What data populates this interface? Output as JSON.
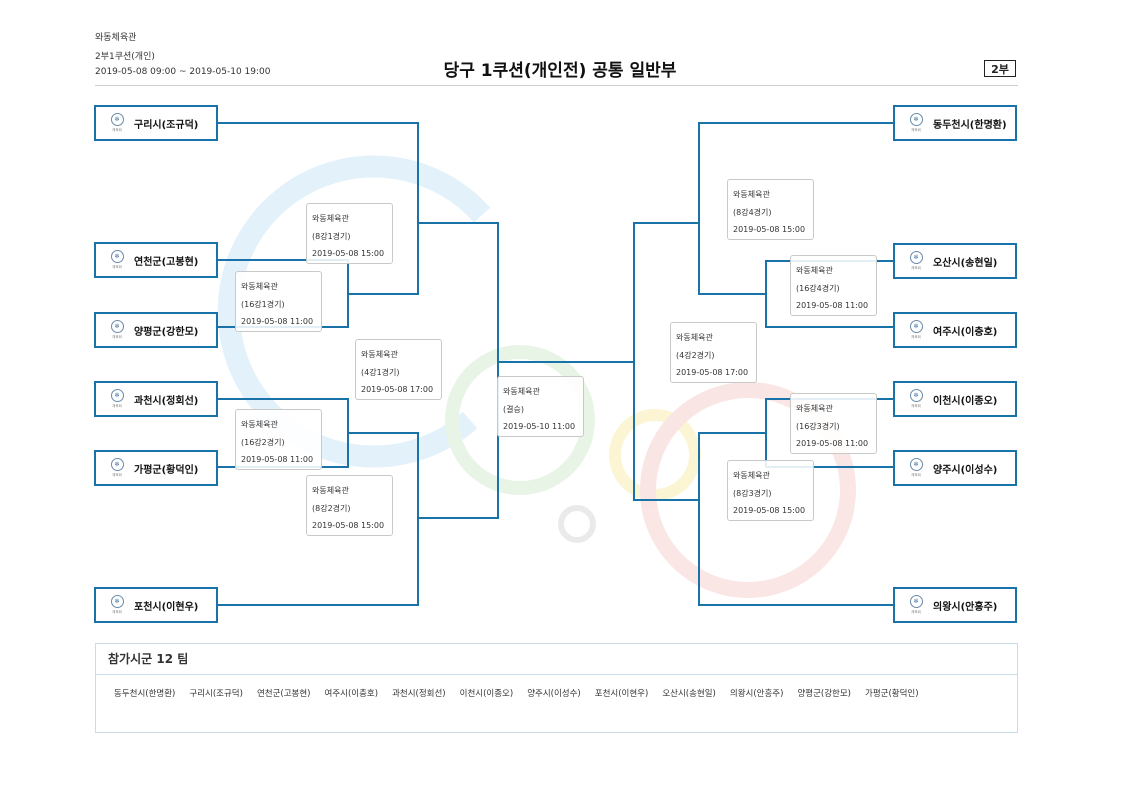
{
  "header": {
    "venue": "와동체육관",
    "category": "2부1쿠션(개인)",
    "period": "2019-05-08 09:00 ~ 2019-05-10 19:00",
    "title": "당구 1쿠션(개인전) 공통 일반부",
    "division": "2부"
  },
  "teams": {
    "L1": {
      "name": "구리시(조규덕)"
    },
    "L2": {
      "name": "연천군(고봉현)"
    },
    "L3": {
      "name": "양평군(강한모)"
    },
    "L4": {
      "name": "과천시(정회선)"
    },
    "L5": {
      "name": "가평군(황덕인)"
    },
    "L6": {
      "name": "포천시(이현우)"
    },
    "R1": {
      "name": "동두천시(한명환)"
    },
    "R2": {
      "name": "오산시(송현일)"
    },
    "R3": {
      "name": "여주시(이충호)"
    },
    "R4": {
      "name": "이천시(이종오)"
    },
    "R5": {
      "name": "양주시(이성수)"
    },
    "R6": {
      "name": "의왕시(안흥주)"
    }
  },
  "matches": {
    "m16_1": {
      "venue": "와동체육관",
      "label": "(16강1경기)",
      "time": "2019-05-08 11:00"
    },
    "m16_2": {
      "venue": "와동체육관",
      "label": "(16강2경기)",
      "time": "2019-05-08 11:00"
    },
    "m8_1": {
      "venue": "와동체육관",
      "label": "(8강1경기)",
      "time": "2019-05-08 15:00"
    },
    "m8_2": {
      "venue": "와동체육관",
      "label": "(8강2경기)",
      "time": "2019-05-08 15:00"
    },
    "m4_1": {
      "venue": "와동체육관",
      "label": "(4강1경기)",
      "time": "2019-05-08 17:00"
    },
    "final": {
      "venue": "와동체육관",
      "label": "(결승)",
      "time": "2019-05-10 11:00"
    },
    "m4_2": {
      "venue": "와동체육관",
      "label": "(4강2경기)",
      "time": "2019-05-08 17:00"
    },
    "m8_4": {
      "venue": "와동체육관",
      "label": "(8강4경기)",
      "time": "2019-05-08 15:00"
    },
    "m16_4": {
      "venue": "와동체육관",
      "label": "(16강4경기)",
      "time": "2019-05-08 11:00"
    },
    "m16_3": {
      "venue": "와동체육관",
      "label": "(16강3경기)",
      "time": "2019-05-08 11:00"
    },
    "m8_3": {
      "venue": "와동체육관",
      "label": "(8강3경기)",
      "time": "2019-05-08 15:00"
    }
  },
  "participants": {
    "title": "참가시군 12 팀",
    "list": [
      "동두천시(한명환)",
      "구리시(조규덕)",
      "연천군(고봉현)",
      "여주시(이충호)",
      "과천시(정회선)",
      "이천시(이종오)",
      "양주시(이성수)",
      "포천시(이현우)",
      "오산시(송현일)",
      "의왕시(안흥주)",
      "양평군(강한모)",
      "가평군(황덕인)"
    ]
  },
  "colors": {
    "bracket_line": "#1a73a8",
    "box_border": "#c9c9c9",
    "panel_border": "#c8dde6"
  }
}
